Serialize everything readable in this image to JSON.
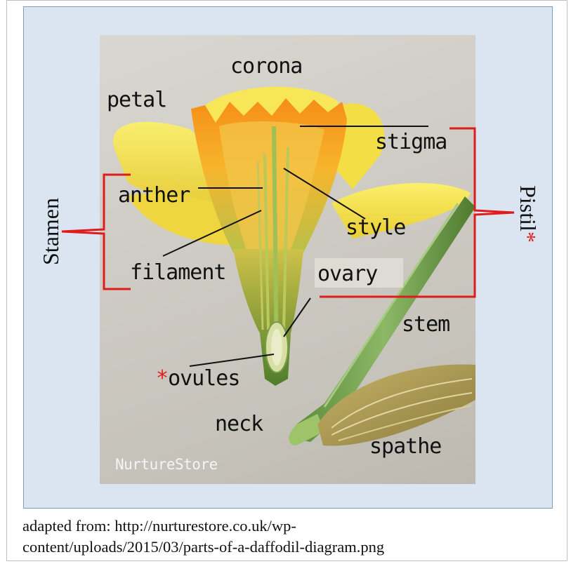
{
  "labels": {
    "corona": "corona",
    "petal": "petal",
    "stigma": "stigma",
    "anther": "anther",
    "style": "style",
    "filament": "filament",
    "ovary": "ovary",
    "stem": "stem",
    "ovules": "ovules",
    "ovules_marker": "*",
    "neck": "neck",
    "spathe": "spathe"
  },
  "groups": {
    "stamen": "Stamen",
    "pistil": "Pistil",
    "pistil_marker": "*"
  },
  "watermark": "NurtureStore",
  "caption": {
    "line1": "adapted from: http://nurturestore.co.uk/wp-",
    "line2": "content/uploads/2015/03/parts-of-a-daffodil-diagram.png"
  },
  "colors": {
    "panel_background": "#dbe5f1",
    "bracket": "#e01b1b",
    "petal": "#f6e24a",
    "corona": "#f5a623",
    "stem": "#6f9a4a"
  }
}
